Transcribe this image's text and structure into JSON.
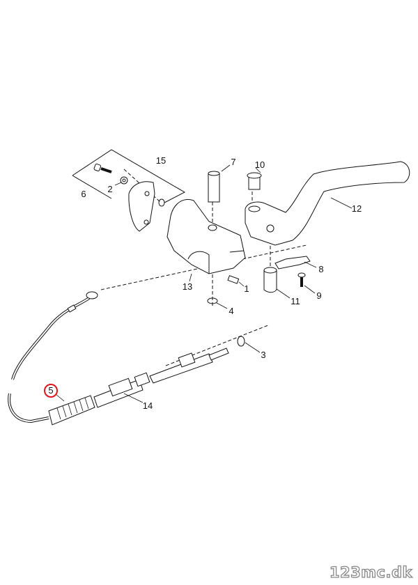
{
  "diagram": {
    "callouts": [
      {
        "id": "1",
        "label": "1"
      },
      {
        "id": "2",
        "label": "2"
      },
      {
        "id": "3",
        "label": "3"
      },
      {
        "id": "4",
        "label": "4"
      },
      {
        "id": "5",
        "label": "5",
        "highlighted": true
      },
      {
        "id": "6",
        "label": "6"
      },
      {
        "id": "7",
        "label": "7"
      },
      {
        "id": "8",
        "label": "8"
      },
      {
        "id": "9",
        "label": "9"
      },
      {
        "id": "10",
        "label": "10"
      },
      {
        "id": "11",
        "label": "11"
      },
      {
        "id": "12",
        "label": "12"
      },
      {
        "id": "13",
        "label": "13"
      },
      {
        "id": "14",
        "label": "14"
      },
      {
        "id": "15",
        "label": "15"
      }
    ],
    "highlight_color": "#e0151b"
  },
  "watermark": "123mc.dk"
}
